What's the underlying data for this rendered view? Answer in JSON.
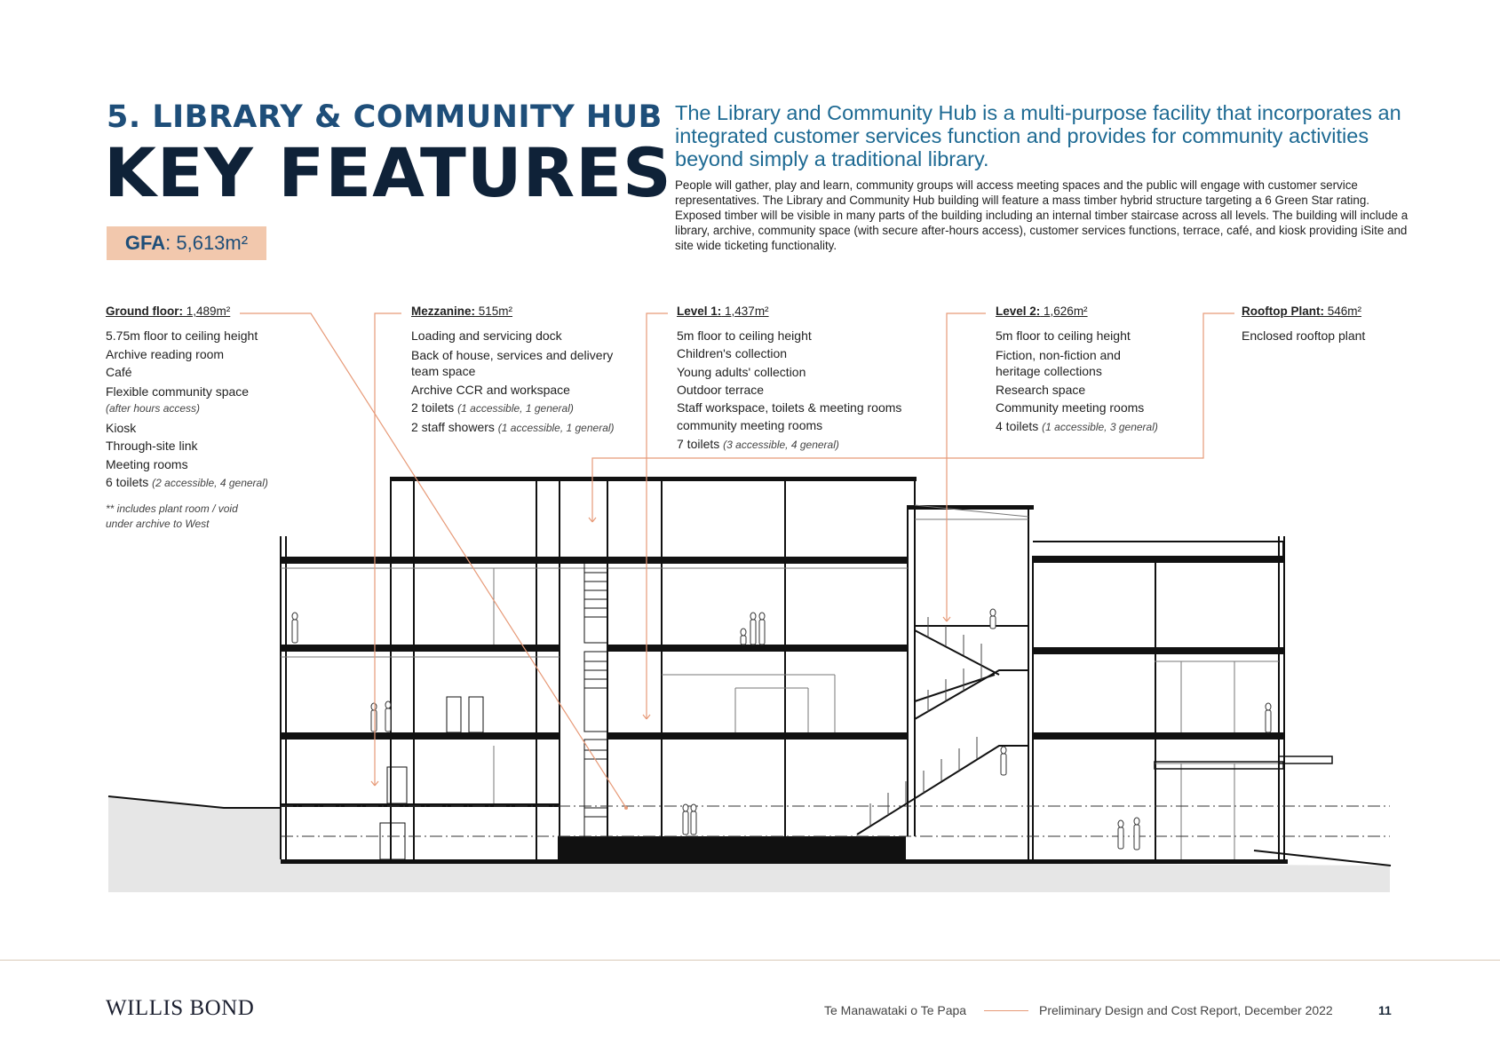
{
  "header": {
    "section_title": "5. LIBRARY & COMMUNITY HUB",
    "main_title": "KEY FEATURES",
    "gfa_label": "GFA",
    "gfa_value": ": 5,613m²"
  },
  "intro": {
    "lead": "The Library and Community Hub is a multi-purpose facility that incorporates an integrated customer services function and provides for community activities beyond simply a traditional library.",
    "body": "People will gather, play and learn, community groups will access meeting spaces and the public will engage with customer service representatives. The Library and Community Hub building will feature a mass timber hybrid structure targeting a 6 Green Star rating. Exposed timber will be visible in many parts of the building including an internal timber staircase across all levels. The building will include a library, archive, community space (with secure after-hours access), customer services functions, terrace, café, and kiosk providing iSite and site wide ticketing functionality."
  },
  "floors": [
    {
      "label": "Ground floor:",
      "area": " 1,489m²",
      "items": [
        {
          "text": "5.75m floor to ceiling height",
          "note": ""
        },
        {
          "text": "Archive reading room",
          "note": ""
        },
        {
          "text": "Café",
          "note": ""
        },
        {
          "text": "Flexible community space",
          "note": "(after hours access)"
        },
        {
          "text": "Kiosk",
          "note": ""
        },
        {
          "text": "Through-site link",
          "note": ""
        },
        {
          "text": "Meeting rooms",
          "note": ""
        },
        {
          "text": "6 toilets",
          "note": "(2 accessible, 4 general)"
        }
      ],
      "footnote": "** includes plant room / void under archive to West"
    },
    {
      "label": "Mezzanine:",
      "area": " 515m²",
      "items": [
        {
          "text": "Loading and servicing dock",
          "note": ""
        },
        {
          "text": "Back of house, services and delivery team space",
          "note": ""
        },
        {
          "text": "Archive CCR and workspace",
          "note": ""
        },
        {
          "text": "2 toilets",
          "note": "(1 accessible, 1 general)"
        },
        {
          "text": "2 staff showers",
          "note": "(1 accessible, 1 general)"
        }
      ]
    },
    {
      "label": "Level 1:",
      "area": " 1,437m²",
      "items": [
        {
          "text": "5m floor to ceiling height",
          "note": ""
        },
        {
          "text": "Children's collection",
          "note": ""
        },
        {
          "text": "Young adults' collection",
          "note": ""
        },
        {
          "text": "Outdoor terrace",
          "note": ""
        },
        {
          "text": "Staff workspace, toilets & meeting rooms",
          "note": ""
        },
        {
          "text": "community meeting rooms",
          "note": ""
        },
        {
          "text": "7 toilets",
          "note": "(3 accessible, 4 general)"
        }
      ]
    },
    {
      "label": "Level 2:",
      "area": " 1,626m²",
      "items": [
        {
          "text": "5m floor to ceiling height",
          "note": ""
        },
        {
          "text": "Fiction,  non-fiction and heritage collections",
          "note": ""
        },
        {
          "text": "Research space",
          "note": ""
        },
        {
          "text": "Community meeting rooms",
          "note": ""
        },
        {
          "text": "4 toilets",
          "note": "(1 accessible, 3 general)"
        }
      ]
    },
    {
      "label": "Rooftop Plant:",
      "area": " 546m²",
      "items": [
        {
          "text": "Enclosed rooftop plant",
          "note": ""
        }
      ]
    }
  ],
  "colors": {
    "accent_orange": "#e79a78",
    "gfa_fill": "#f2c8ad",
    "title_blue": "#1e4e79",
    "navy": "#0f2238"
  },
  "footer": {
    "logo": "WILLIS BOND",
    "project": "Te Manawataki o Te Papa",
    "report": "Preliminary Design and Cost Report,  December 2022",
    "page": "11"
  }
}
